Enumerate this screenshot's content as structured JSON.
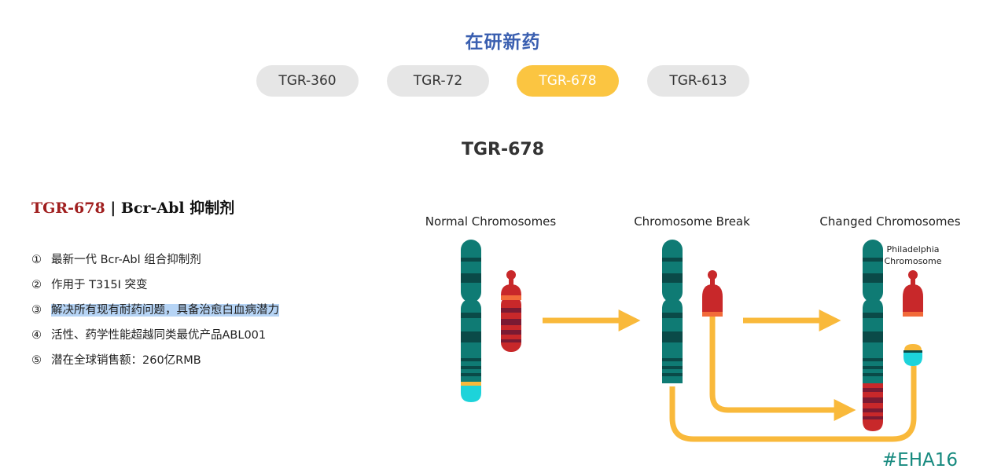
{
  "section": {
    "title": "在研新药"
  },
  "tabs": [
    {
      "label": "TGR-360",
      "active": false
    },
    {
      "label": "TGR-72",
      "active": false
    },
    {
      "label": "TGR-678",
      "active": true
    },
    {
      "label": "TGR-613",
      "active": false
    }
  ],
  "product": {
    "heading": "TGR-678",
    "code": "TGR-678",
    "separator": " | ",
    "subtitle": "Bcr-Abl 抑制剂",
    "features": [
      {
        "num": "①",
        "text": "最新一代 Bcr-Abl 组合抑制剂",
        "highlighted": false
      },
      {
        "num": "②",
        "text": "作用于 T315I 突变",
        "highlighted": false
      },
      {
        "num": "③",
        "text": "解决所有现有耐药问题，具备治愈白血病潜力",
        "highlighted": true
      },
      {
        "num": "④",
        "text": "活性、药学性能超越同类最优产品ABL001",
        "highlighted": false
      },
      {
        "num": "⑤",
        "text": "潜在全球销售额：260亿RMB",
        "highlighted": false
      }
    ]
  },
  "diagram": {
    "labels": {
      "normal": "Normal Chromosomes",
      "break": "Chromosome Break",
      "changed": "Changed Chromosomes",
      "philadelphia_line1": "Philadelphia",
      "philadelphia_line2": "Chromosome"
    },
    "hashtag": "#EHA16"
  },
  "colors": {
    "accent_blue": "#3a5fb0",
    "tab_active": "#fbc541",
    "tab_inactive": "#e6e6e6",
    "drug_code_red": "#a01e1e",
    "highlight": "#b6d4f5",
    "chromosome_teal": "#0f7b74",
    "chromosome_red": "#c8282a",
    "arrow_yellow": "#f9b93b",
    "tip_cyan": "#1dd3da",
    "hashtag_teal": "#178a7f"
  }
}
